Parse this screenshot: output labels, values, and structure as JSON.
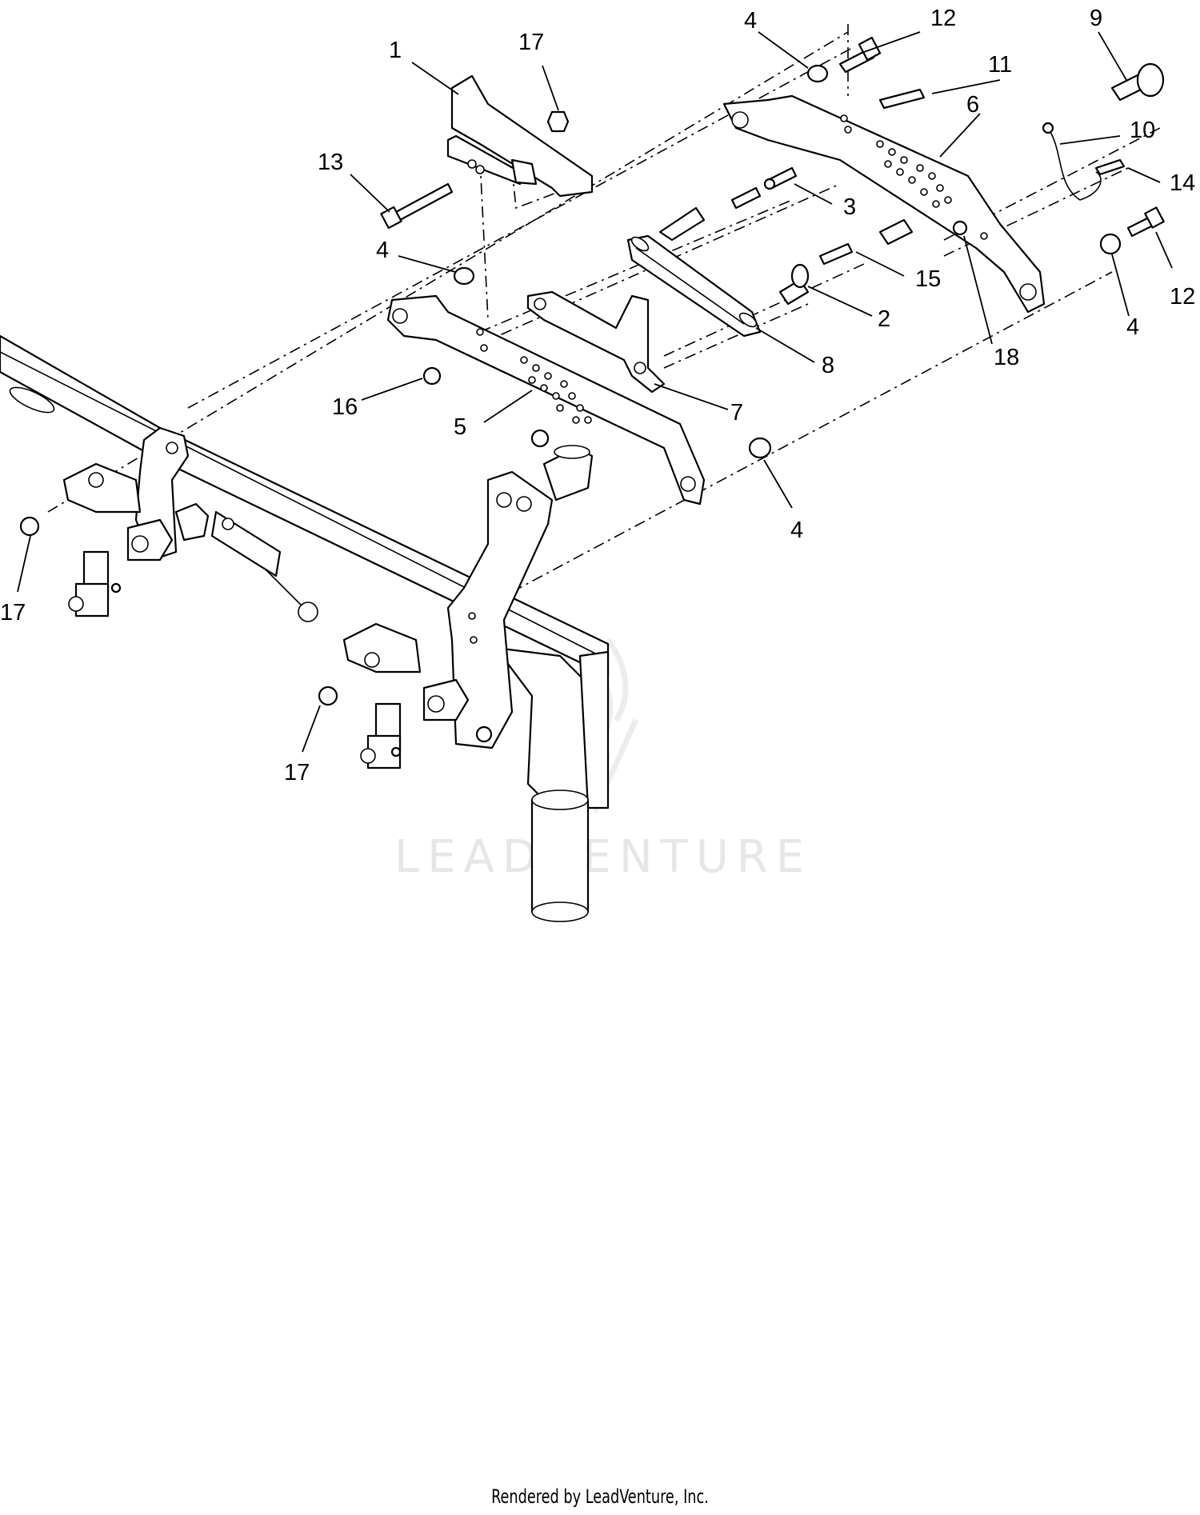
{
  "callouts": [
    {
      "id": "c1",
      "text": "1"
    },
    {
      "id": "c17a",
      "text": "17"
    },
    {
      "id": "c4a",
      "text": "4"
    },
    {
      "id": "c12a",
      "text": "12"
    },
    {
      "id": "c11",
      "text": "11"
    },
    {
      "id": "c9",
      "text": "9"
    },
    {
      "id": "c6",
      "text": "6"
    },
    {
      "id": "c10",
      "text": "10"
    },
    {
      "id": "c14",
      "text": "14"
    },
    {
      "id": "c13",
      "text": "13"
    },
    {
      "id": "c3",
      "text": "3"
    },
    {
      "id": "c4b",
      "text": "4"
    },
    {
      "id": "c15",
      "text": "15"
    },
    {
      "id": "c12b",
      "text": "12"
    },
    {
      "id": "c2",
      "text": "2"
    },
    {
      "id": "c4c",
      "text": "4"
    },
    {
      "id": "c18",
      "text": "18"
    },
    {
      "id": "c8",
      "text": "8"
    },
    {
      "id": "c16",
      "text": "16"
    },
    {
      "id": "c7",
      "text": "7"
    },
    {
      "id": "c5",
      "text": "5"
    },
    {
      "id": "c4d",
      "text": "4"
    },
    {
      "id": "c17b",
      "text": "17"
    },
    {
      "id": "c17c",
      "text": "17"
    }
  ],
  "watermark": "LEADVENTURE",
  "footer": "Rendered by LeadVenture, Inc."
}
